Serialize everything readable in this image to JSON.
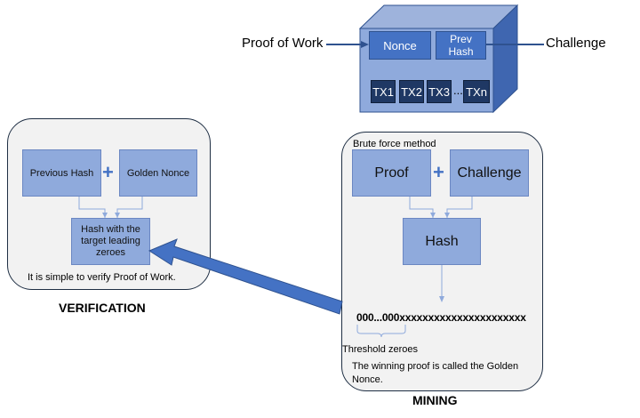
{
  "block": {
    "label_left": "Proof of Work",
    "label_right": "Challenge",
    "nonce": "Nonce",
    "prev_hash": "Prev Hash",
    "tx": [
      "TX1",
      "TX2",
      "TX3",
      "TXn"
    ],
    "ellipsis": "..."
  },
  "verification": {
    "previous_hash": "Previous Hash",
    "golden_nonce": "Golden Nonce",
    "plus": "+",
    "result": "Hash with the target leading zeroes",
    "note": "It is simple to verify Proof of Work.",
    "title": "VERIFICATION"
  },
  "mining": {
    "method": "Brute force method",
    "proof": "Proof",
    "challenge": "Challenge",
    "plus": "+",
    "hash": "Hash",
    "output": "000...000xxxxxxxxxxxxxxxxxxxxxx",
    "threshold": "Threshold zeroes",
    "note": "The winning proof is called the Golden Nonce.",
    "title": "MINING"
  },
  "colors": {
    "dark_blue": "#4472c4",
    "navy": "#1f3864",
    "soft_blue": "#8faadc",
    "panel_bg": "#f2f2f2",
    "panel_border": "#1f2f44"
  }
}
